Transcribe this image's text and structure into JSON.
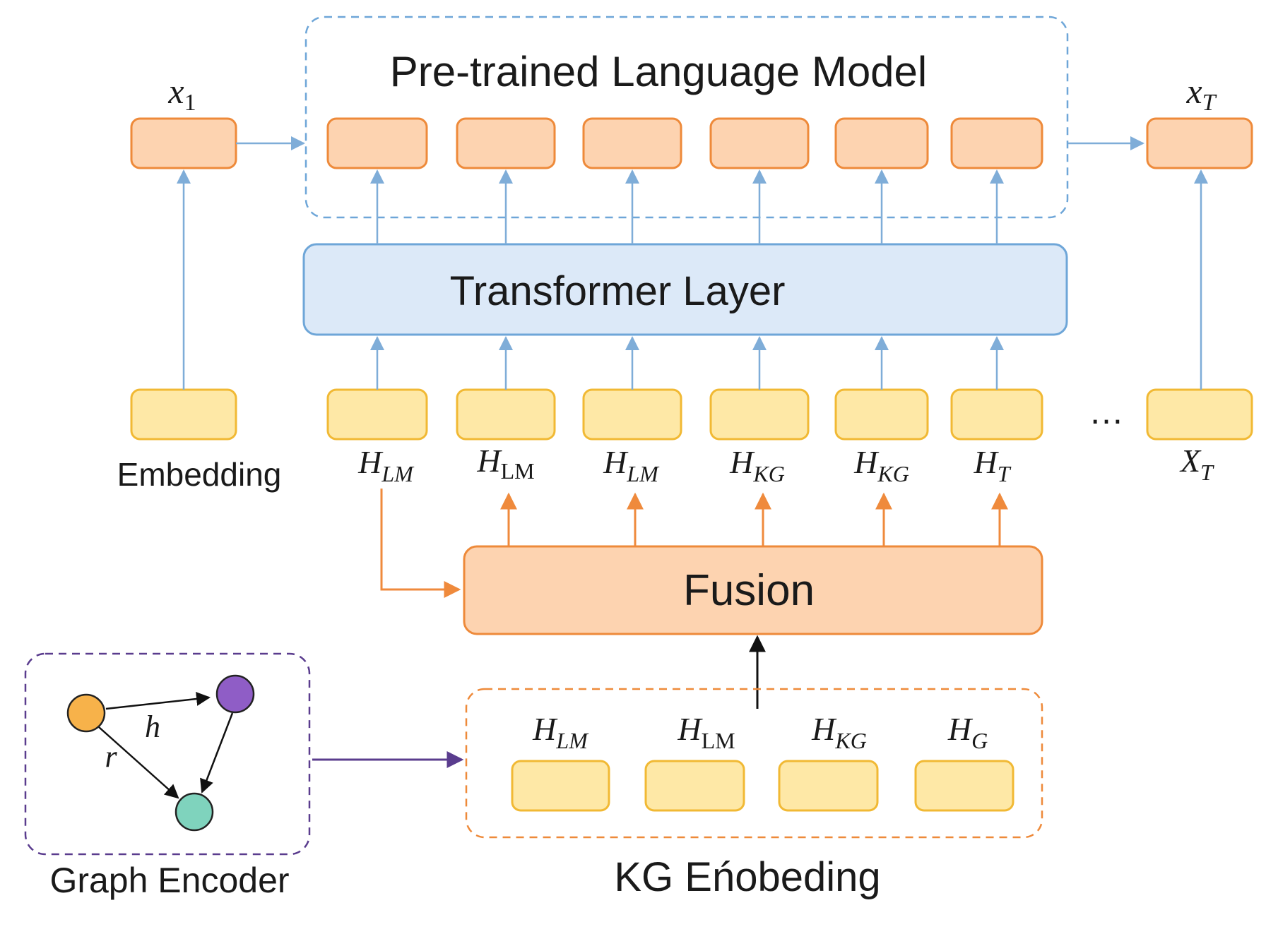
{
  "titles": {
    "plm": "Pre-trained Language Model",
    "transformer": "Transformer Layer",
    "fusion": "Fusion",
    "embedding": "Embedding",
    "graph_encoder": "Graph Encoder",
    "kg_embedding": "KG Eńobeding",
    "ellipsis": "…"
  },
  "token_labels": {
    "x1": {
      "base": "x",
      "sub": "1",
      "sub_upright": true
    },
    "xT": {
      "base": "x",
      "sub": "T",
      "sub_upright": false
    }
  },
  "mid_labels": [
    {
      "base": "H",
      "sub": "LM",
      "sub_upright": false
    },
    {
      "base": "H",
      "sub": "LM",
      "sub_upright": true
    },
    {
      "base": "H",
      "sub": "LM",
      "sub_upright": false
    },
    {
      "base": "H",
      "sub": "KG",
      "sub_upright": false
    },
    {
      "base": "H",
      "sub": "KG",
      "sub_upright": false
    },
    {
      "base": "H",
      "sub": "T",
      "sub_upright": false
    }
  ],
  "right_label": {
    "base": "X",
    "sub": "T",
    "sub_upright": false
  },
  "kg_labels": [
    {
      "base": "H",
      "sub": "LM",
      "sub_upright": false
    },
    {
      "base": "H",
      "sub": "LM",
      "sub_upright": true
    },
    {
      "base": "H",
      "sub": "KG",
      "sub_upright": false
    },
    {
      "base": "H",
      "sub": "G",
      "sub_upright": false
    }
  ],
  "graph": {
    "edge_labels": [
      "h",
      "r"
    ],
    "node_colors": [
      "#f7b24a",
      "#8f5dc6",
      "#7fd3bd"
    ]
  },
  "colors": {
    "orange_fill": "#fdd3b0",
    "orange_stroke": "#ee8a3a",
    "yellow_fill": "#fee8a6",
    "yellow_stroke": "#f1b934",
    "blue_fill": "#dce9f8",
    "blue_stroke": "#6ea6d8",
    "blue_arrow": "#7fadd8",
    "orange_arrow": "#ef8a3c",
    "purple": "#5a3c8e",
    "black": "#111111"
  }
}
